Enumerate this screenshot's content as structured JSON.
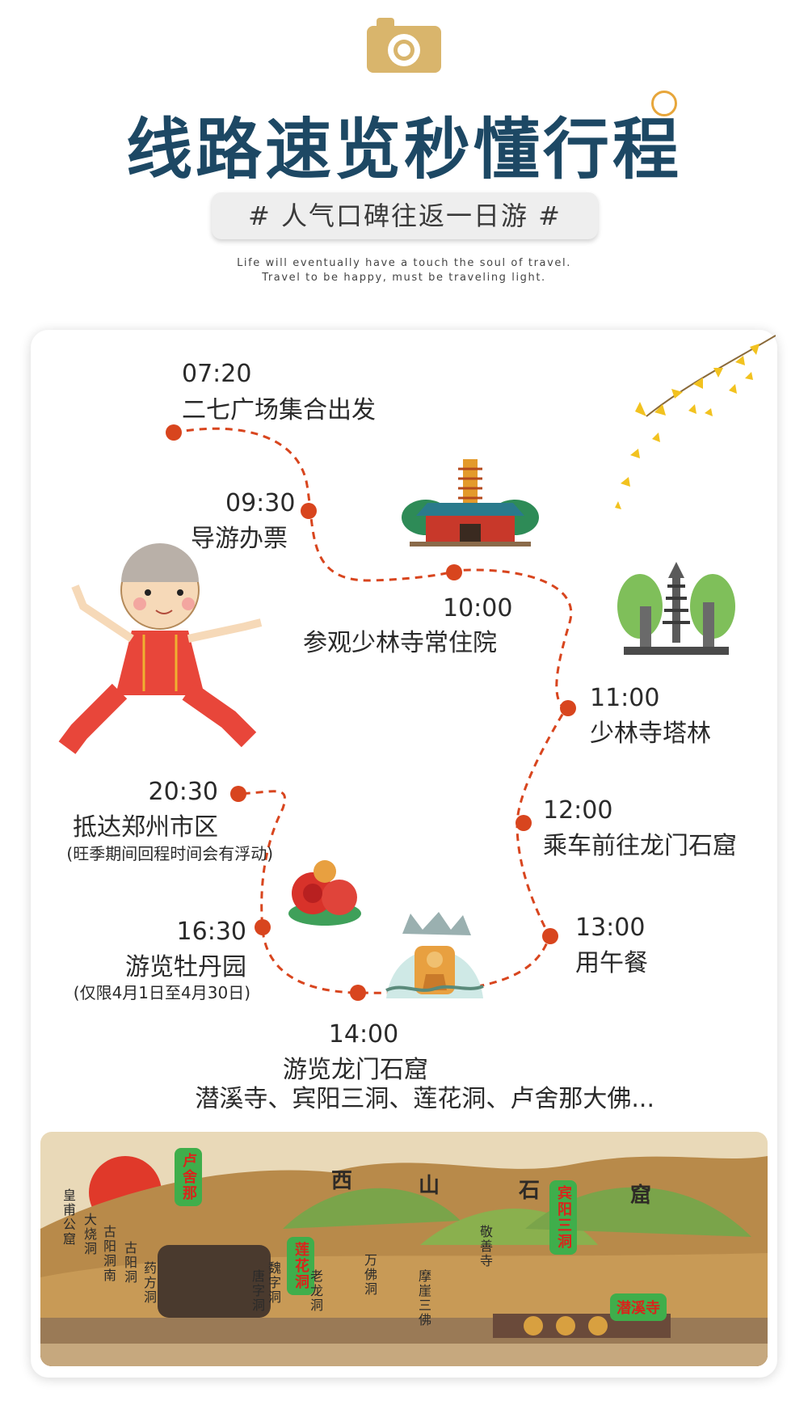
{
  "header": {
    "title": "线路速览秒懂行程",
    "subtitle": "# 人气口碑往返一日游 #",
    "tagline_line1": "Life will eventually have a touch the soul of travel.",
    "tagline_line2": "Travel to be happy, must be traveling light."
  },
  "itinerary": [
    {
      "time": "07:20",
      "label": "二七广场集合出发"
    },
    {
      "time": "09:30",
      "label": "导游办票"
    },
    {
      "time": "10:00",
      "label": "参观少林寺常住院"
    },
    {
      "time": "11:00",
      "label": "少林寺塔林"
    },
    {
      "time": "12:00",
      "label": "乘车前往龙门石窟"
    },
    {
      "time": "13:00",
      "label": "用午餐"
    },
    {
      "time": "14:00",
      "label": "游览龙门石窟",
      "note": "潜溪寺、宾阳三洞、莲花洞、卢舍那大佛..."
    },
    {
      "time": "16:30",
      "label": "游览牡丹园",
      "note": "(仅限4月1日至4月30日)"
    },
    {
      "time": "20:30",
      "label": "抵达郑州市区",
      "note": "(旺季期间回程时间会有浮动)"
    }
  ],
  "map": {
    "title_chars": [
      "西",
      "山",
      "石",
      "窟"
    ],
    "tags": [
      "卢舍那",
      "莲花洞",
      "宾阳三洞",
      "潜溪寺"
    ],
    "labels": [
      "皇甫公窟",
      "大烧洞",
      "古阳洞南",
      "古阳洞",
      "药方洞",
      "魏字洞",
      "唐字洞",
      "老龙洞",
      "万佛洞",
      "摩崖三佛",
      "敬善寺"
    ]
  },
  "colors": {
    "title": "#1d4864",
    "route": "#d8451e",
    "accent": "#e7a63b",
    "tag_bg": "#3fae4b",
    "tag_text": "#d8251c"
  },
  "icons": [
    "camera-icon",
    "ginkgo-leaves-illustration",
    "temple-illustration",
    "pagoda-forest-illustration",
    "kungfu-boy-illustration",
    "peony-illustration",
    "grotto-buddha-illustration"
  ]
}
